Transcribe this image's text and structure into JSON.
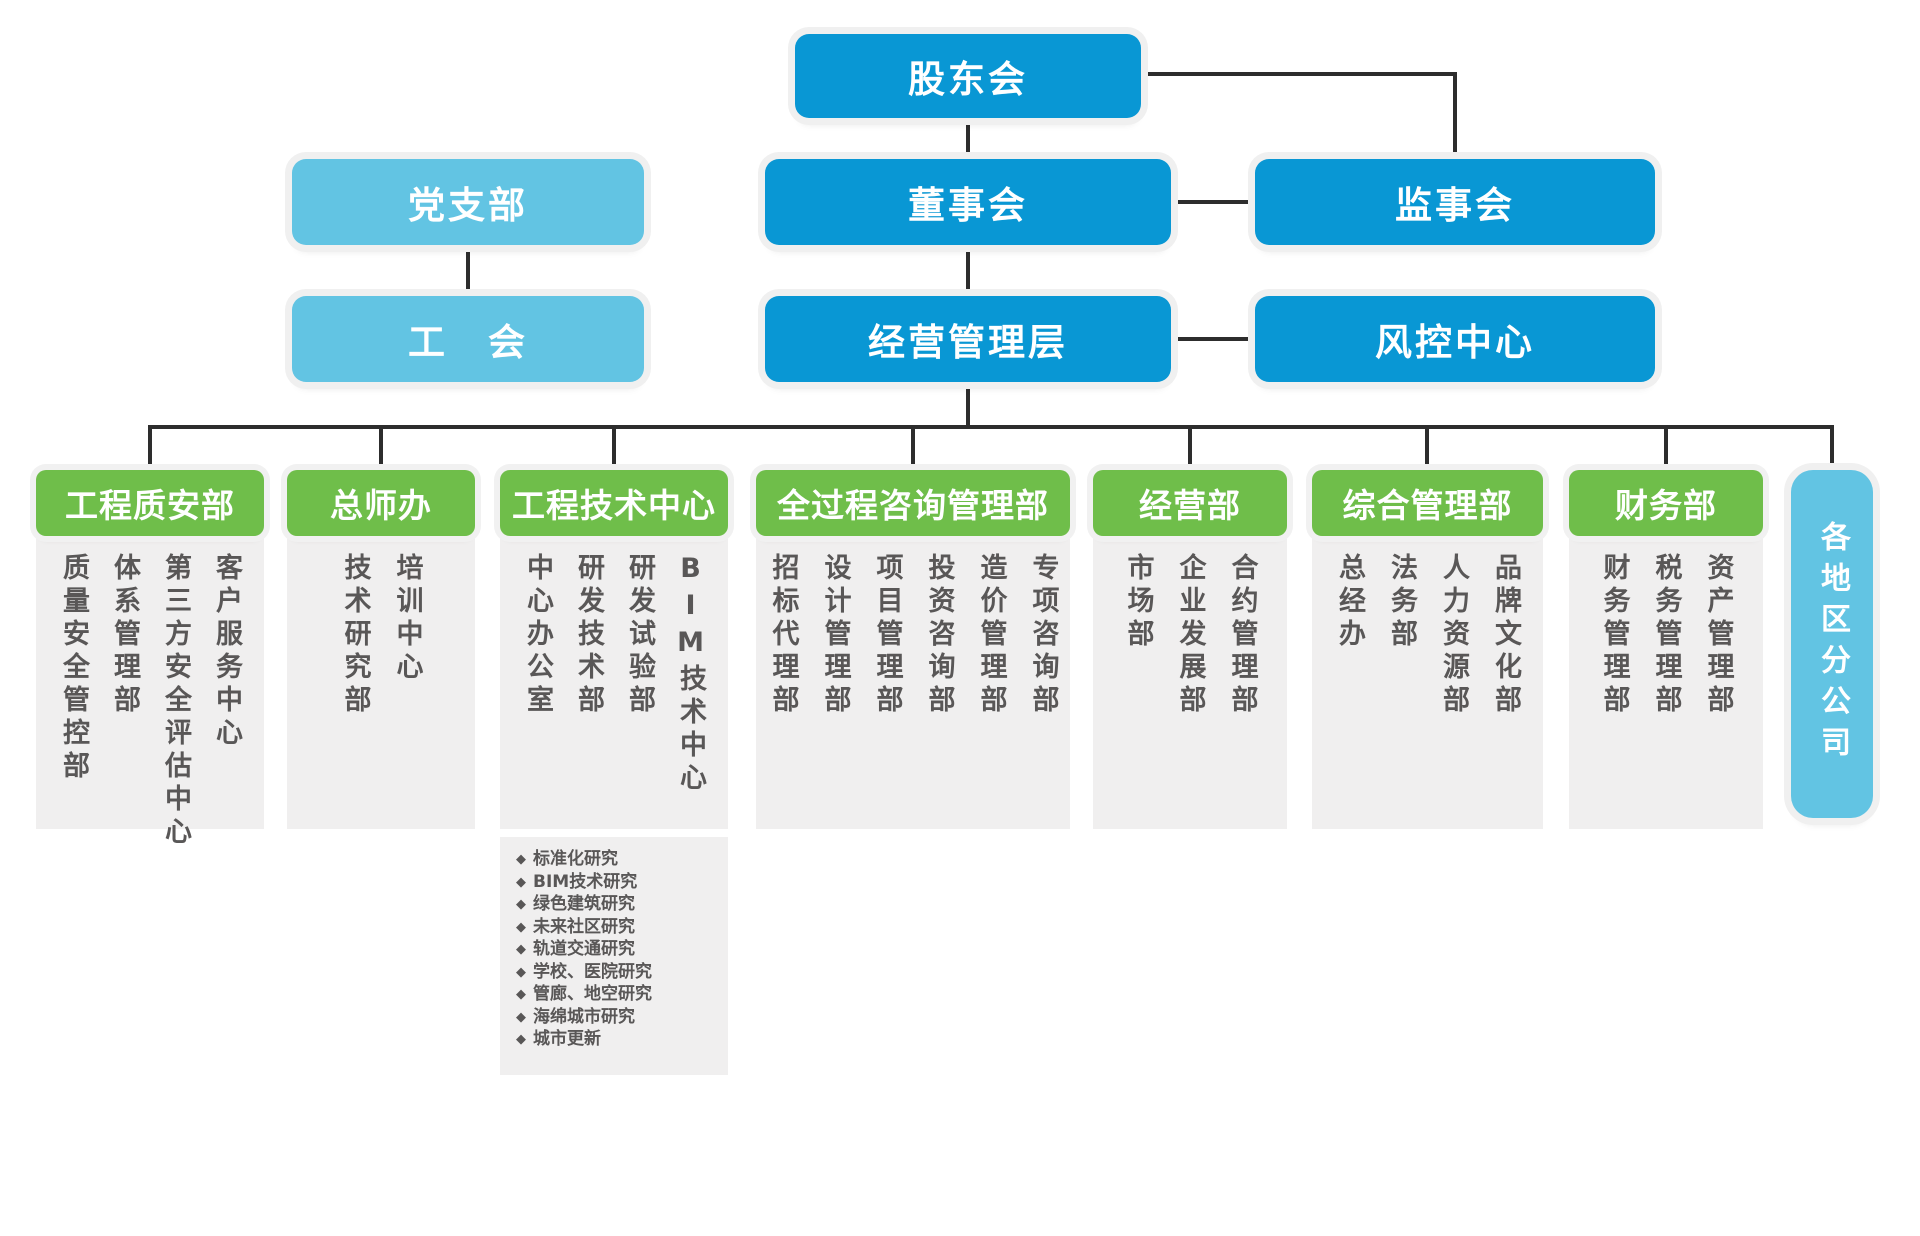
{
  "palette": {
    "primary_blue": "#0997D4",
    "light_blue": "#62C4E3",
    "green": "#6FBE4A",
    "panel_gray": "#F0EFEF",
    "text_gray": "#595757",
    "line_color": "#2D2D2D"
  },
  "bullet_glyph": "◆",
  "top": {
    "shareholders": "股东会",
    "party_branch": "党支部",
    "board": "董事会",
    "supervisors": "监事会",
    "union": "工　会",
    "management": "经营管理层",
    "risk_center": "风控中心"
  },
  "departments": [
    {
      "name": "工程质安部",
      "units": [
        "质量安全管控部",
        "体系管理部",
        "第三方安全评估中心",
        "客户服务中心"
      ]
    },
    {
      "name": "总师办",
      "units": [
        "技术研究部",
        "培训中心"
      ]
    },
    {
      "name": "工程技术中心",
      "units": [
        "中心办公室",
        "研发技术部",
        "研发试验部",
        "BIM技术中心"
      ],
      "research_topics": [
        "标准化研究",
        "BIM技术研究",
        "绿色建筑研究",
        "未来社区研究",
        "轨道交通研究",
        "学校、医院研究",
        "管廊、地空研究",
        "海绵城市研究",
        "城市更新"
      ]
    },
    {
      "name": "全过程咨询管理部",
      "units": [
        "招标代理部",
        "设计管理部",
        "项目管理部",
        "投资咨询部",
        "造价管理部",
        "专项咨询部"
      ]
    },
    {
      "name": "经营部",
      "units": [
        "市场部",
        "企业发展部",
        "合约管理部"
      ]
    },
    {
      "name": "综合管理部",
      "units": [
        "总经办",
        "法务部",
        "人力资源部",
        "品牌文化部"
      ]
    },
    {
      "name": "财务部",
      "units": [
        "财务管理部",
        "税务管理部",
        "资产管理部"
      ]
    },
    {
      "name": "各地区分公司",
      "units": []
    }
  ]
}
